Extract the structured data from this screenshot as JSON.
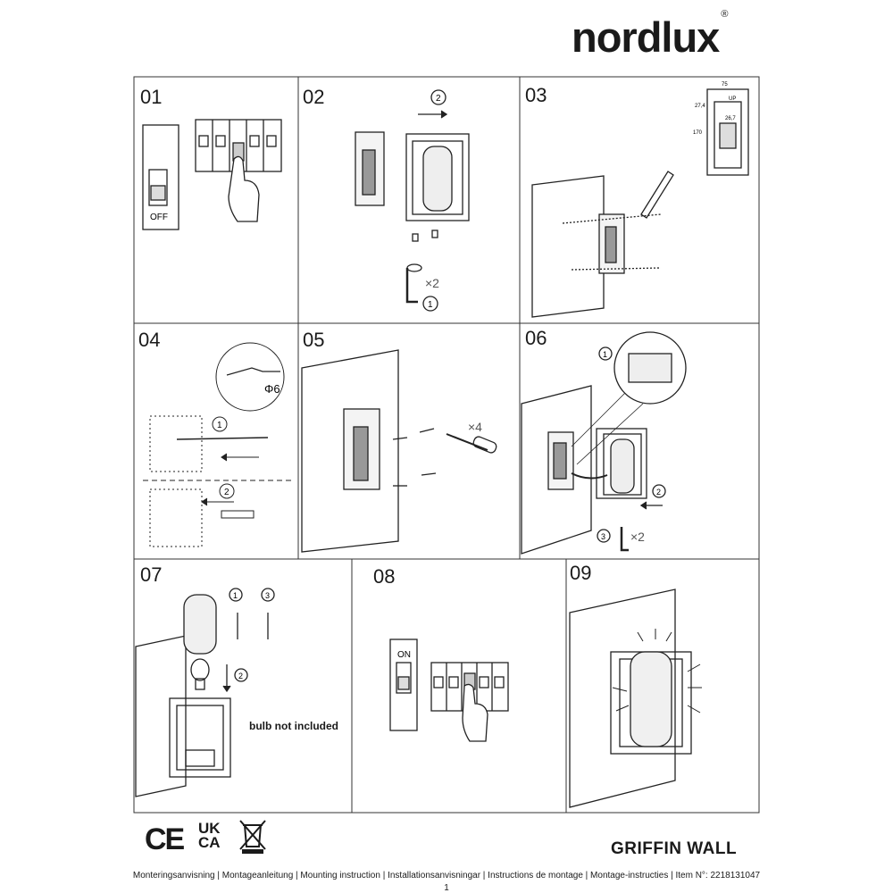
{
  "brand": {
    "name": "nordlux",
    "registered": "®"
  },
  "steps": [
    {
      "number": "01"
    },
    {
      "number": "02"
    },
    {
      "number": "03"
    },
    {
      "number": "04"
    },
    {
      "number": "05"
    },
    {
      "number": "06"
    },
    {
      "number": "07"
    },
    {
      "number": "08"
    },
    {
      "number": "09"
    }
  ],
  "switch_labels": {
    "off": "OFF",
    "on": "ON"
  },
  "step02": {
    "callout_1": "1",
    "callout_2": "2",
    "multiplier": "×2"
  },
  "step03": {
    "dim_width": "75",
    "dim_height": "170",
    "dim_mount": "27,4",
    "dim_spacing": "26,7",
    "up_label": "UP"
  },
  "step04": {
    "callout_1": "1",
    "callout_2": "2",
    "drill_size": "Φ6"
  },
  "step05": {
    "multiplier": "×4"
  },
  "step06": {
    "callout_1": "1",
    "callout_2": "2",
    "callout_3": "3",
    "multiplier": "×2"
  },
  "step07": {
    "callout_1": "1",
    "callout_2": "2",
    "callout_3": "3",
    "bulb_note": "bulb not included"
  },
  "certifications": {
    "ce": "CE",
    "ukca_top": "UK",
    "ukca_bottom": "CA",
    "weee": "weee-bin-icon"
  },
  "product_name": "GRIFFIN WALL",
  "footer": {
    "instructions": "Monteringsanvisning | Montageanleitung | Mounting instruction | Installationsanvisningar | Instructions de montage | Montage-instructies | Item N°: 2218131047",
    "page": "1"
  }
}
